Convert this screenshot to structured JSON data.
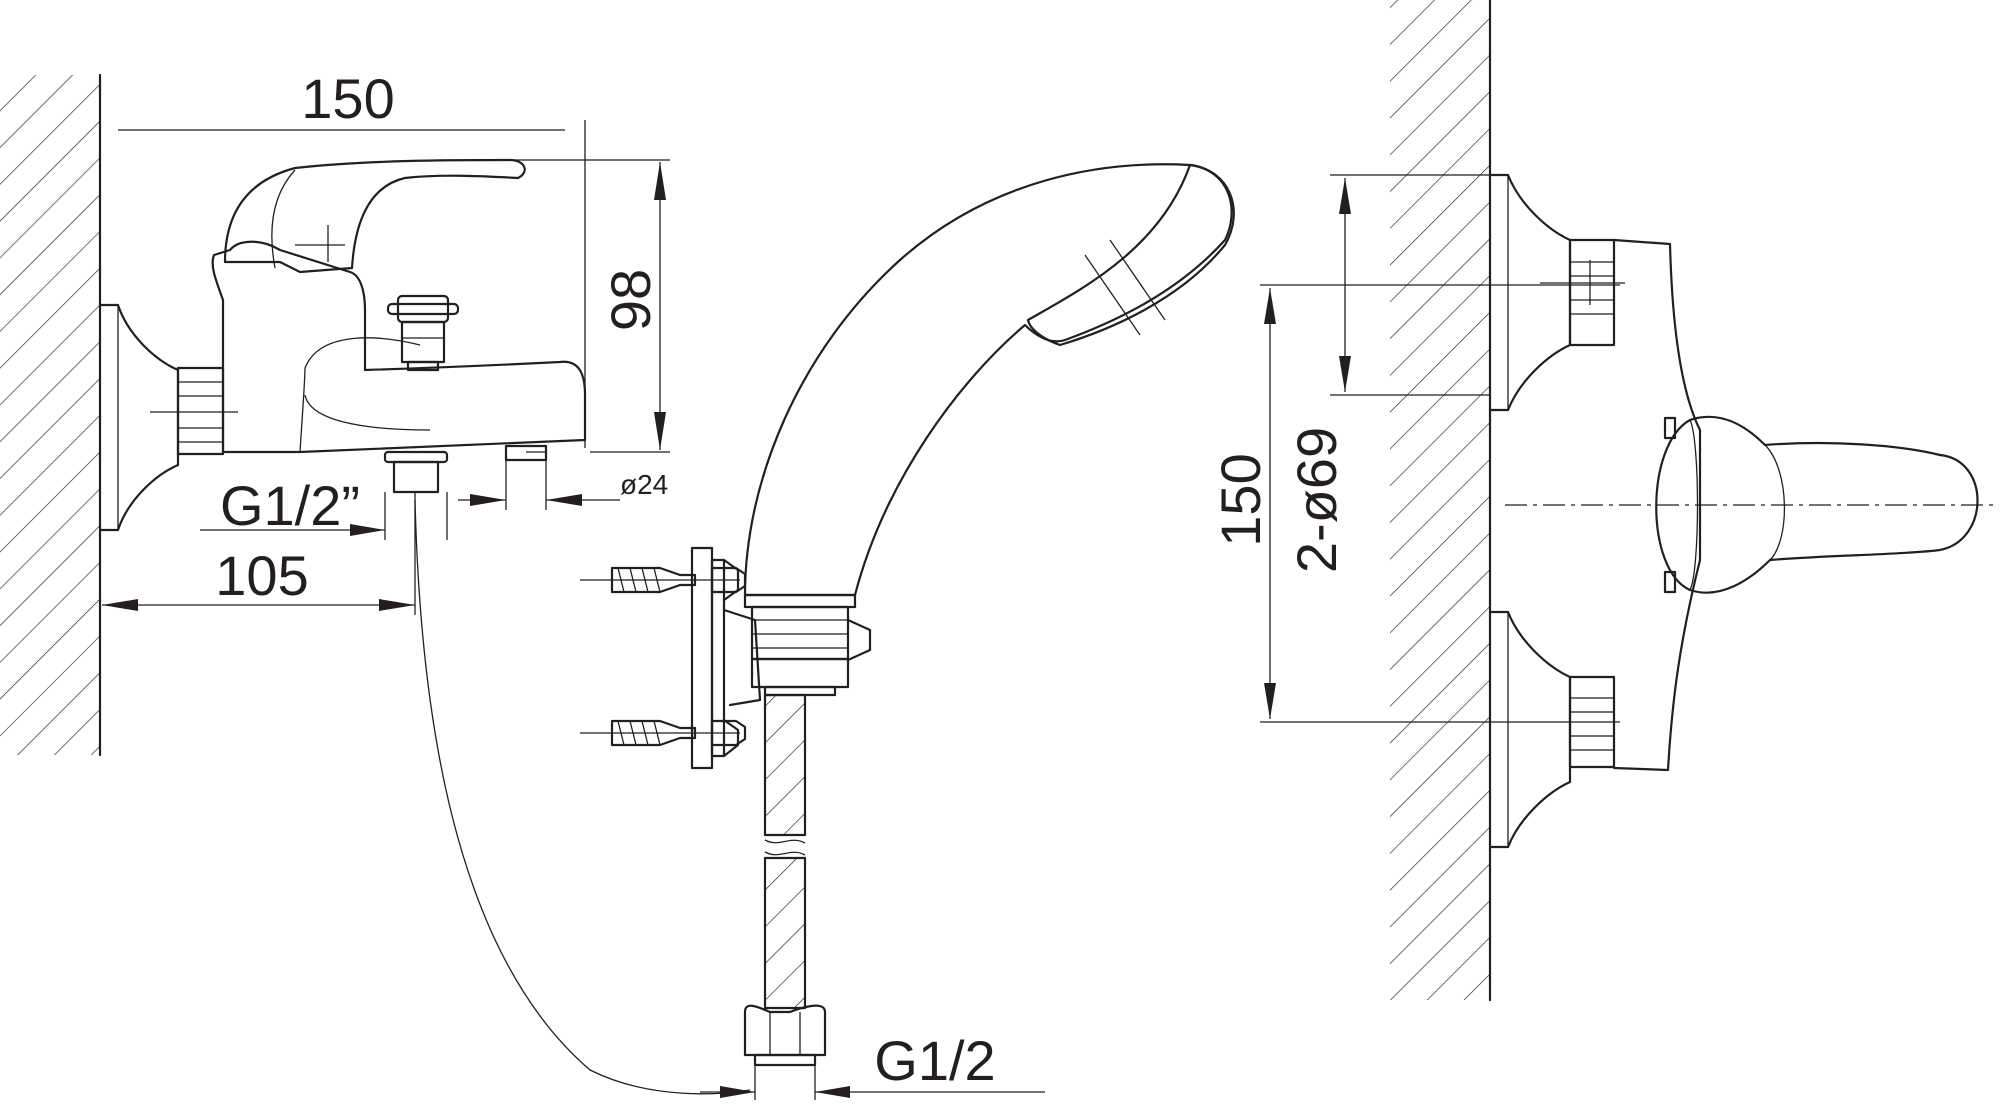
{
  "dimensions": {
    "overall_length": "150",
    "height": "98",
    "inlet_thread": "G1/2”",
    "outlet_diameter": "ø24",
    "wall_to_outlet": "105",
    "hose_thread": "G1/2",
    "center_distance": "150",
    "flange_diameter": "2-ø69"
  },
  "colors": {
    "line": "#231f20",
    "background": "#ffffff"
  }
}
